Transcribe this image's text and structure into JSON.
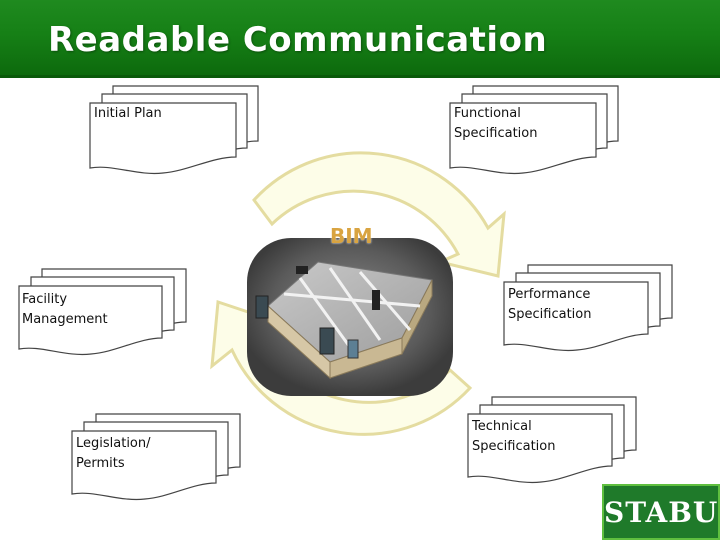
{
  "slide": {
    "title": "Readable Communication"
  },
  "center": {
    "label": "BIM"
  },
  "documents": {
    "initial_plan": "Initial Plan",
    "functional_spec": "Functional\nSpecification",
    "facility_management": "Facility\nManagement",
    "performance_spec": "Performance\nSpecification",
    "legislation": "Legislation/\nPermits",
    "technical_spec": "Technical\nSpecification"
  },
  "logo": {
    "text": "STABU"
  },
  "colors": {
    "header_green": "#168016",
    "arrow_fill": "#fdfde8",
    "arrow_stroke": "#e4dca0",
    "logo_green": "#1f7a2a",
    "bim_text": "#d9a441"
  }
}
